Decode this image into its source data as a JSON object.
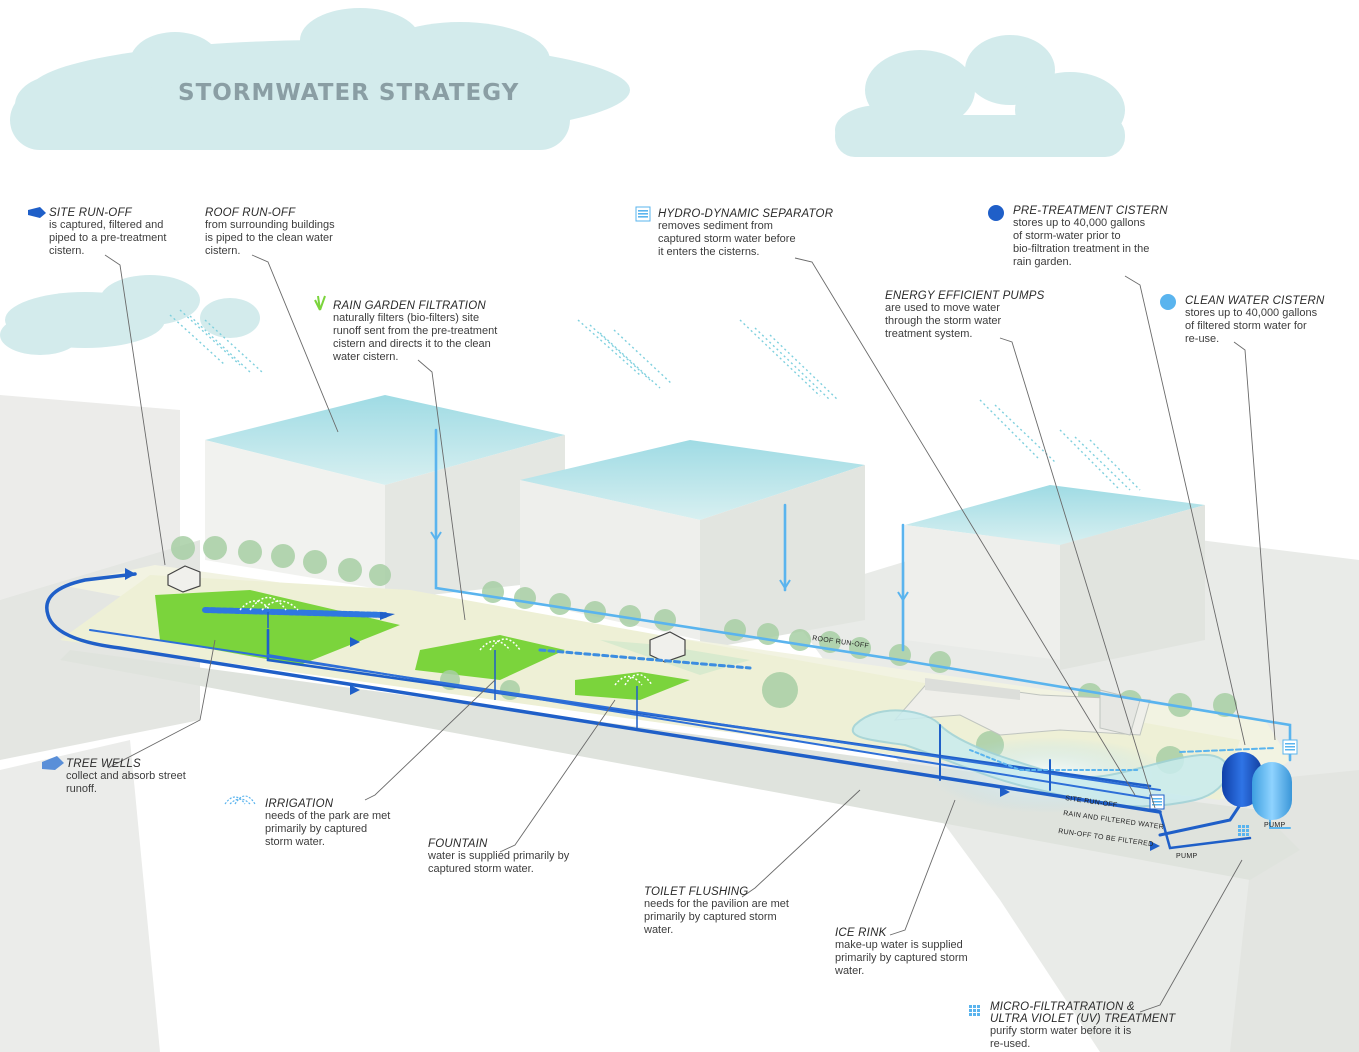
{
  "title": "STORMWATER STRATEGY",
  "colors": {
    "accent_blue": "#1f5fc8",
    "light_blue": "#5ab4ee",
    "cloud": "#d3ebec",
    "grass": "#7bd43c",
    "building": "#e6e9e4",
    "roof": "#bfe6ea"
  },
  "callouts": {
    "site_runoff": {
      "icon": "arrow-icon",
      "title": "SITE RUN-OFF",
      "body": [
        "is captured, filtered and",
        "piped to a pre-treatment",
        "cistern."
      ]
    },
    "roof_runoff": {
      "title": "ROOF RUN-OFF",
      "body": [
        "from surrounding buildings",
        "is piped to the clean water",
        "cistern."
      ]
    },
    "rain_garden": {
      "icon": "plant-icon",
      "title": "RAIN GARDEN FILTRATION",
      "body": [
        "naturally filters (bio-filters) site",
        "runoff sent from the pre-treatment",
        "cistern and directs it to the clean",
        "water cistern."
      ]
    },
    "hydro_separator": {
      "icon": "separator-icon",
      "title": "HYDRO-DYNAMIC SEPARATOR",
      "body": [
        "removes sediment from",
        "captured storm water before",
        "it enters the cisterns."
      ]
    },
    "pre_treatment": {
      "icon": "dark-blue-dot-icon",
      "title": "PRE-TREATMENT CISTERN",
      "body": [
        "stores up to 40,000 gallons",
        "of storm-water prior to",
        "bio-filtration treatment in the",
        "rain garden."
      ]
    },
    "pumps": {
      "title": "ENERGY EFFICIENT PUMPS",
      "body": [
        "are used to move water",
        "through the storm water",
        "treatment system."
      ]
    },
    "clean_cistern": {
      "icon": "light-blue-dot-icon",
      "title": "CLEAN WATER CISTERN",
      "body": [
        "stores up to 40,000 gallons",
        "of filtered storm water for",
        "re-use."
      ]
    },
    "tree_wells": {
      "icon": "arrow-icon",
      "title": "TREE WELLS",
      "body": [
        "collect and absorb street",
        "runoff."
      ]
    },
    "irrigation": {
      "icon": "sprinkler-icon",
      "title": "IRRIGATION",
      "body": [
        "needs of the park are met",
        "primarily by captured",
        "storm water."
      ]
    },
    "fountain": {
      "title": "FOUNTAIN",
      "body": [
        "water is supplied primarily by",
        "captured storm water."
      ]
    },
    "toilet": {
      "title": "TOILET FLUSHING",
      "body": [
        "needs for the pavilion are met",
        "primarily by captured storm",
        "water."
      ]
    },
    "ice_rink": {
      "title": "ICE RINK",
      "body": [
        "make-up water is supplied",
        "primarily by captured storm",
        "water."
      ]
    },
    "micro": {
      "icon": "grid-icon",
      "title": "MICRO-FILTRATRATION &",
      "title2": "ULTRA VIOLET (UV) TREATMENT",
      "body": [
        "purify storm water before it is",
        "re-used."
      ]
    }
  },
  "pipe_labels": {
    "roof": "ROOF RUN-OFF",
    "site": "SITE RUN-OFF",
    "rain": "RAIN AND FILTERED WATER",
    "runoff": "RUN-OFF TO BE FILTERED",
    "pump1": "PUMP",
    "pump2": "PUMP"
  }
}
